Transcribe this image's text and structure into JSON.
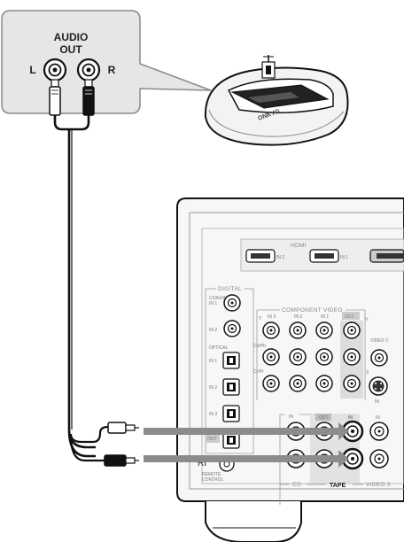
{
  "callout": {
    "title_line1": "AUDIO",
    "title_line2": "OUT",
    "left_label": "L",
    "right_label": "R"
  },
  "dock": {
    "brand": "ONKYO"
  },
  "receiver": {
    "hdmi_label": "HDMI",
    "hdmi_inputs": [
      "IN 2",
      "IN 1"
    ],
    "digital_label": "DIGITAL",
    "coaxial_label": "COAXIAL",
    "coaxial_inputs": [
      "IN 1",
      "IN 2"
    ],
    "optical_label": "OPTICAL",
    "optical_inputs": [
      "IN 1",
      "IN 2",
      "IN 3"
    ],
    "optical_out": "OUT",
    "component_label": "COMPONENT VIDEO",
    "component_cols": [
      "IN 3",
      "IN 2",
      "IN 1",
      "OUT"
    ],
    "component_rows": [
      "Y",
      "Cb/Pb",
      "Cr/Pr"
    ],
    "video3_label": "VIDEO 3",
    "s_label": "S",
    "v_label": "V",
    "in_label": "IN",
    "tape_label": "TAPE",
    "tape_cols": [
      "IN",
      "OUT"
    ],
    "tape_in_label": "IN",
    "cd_label": "CD",
    "cd_in_label": "IN",
    "video3_bottom": "VIDEO 3",
    "ri_label": "RI",
    "remote_label1": "REMOTE",
    "remote_label2": "CONTROL"
  }
}
